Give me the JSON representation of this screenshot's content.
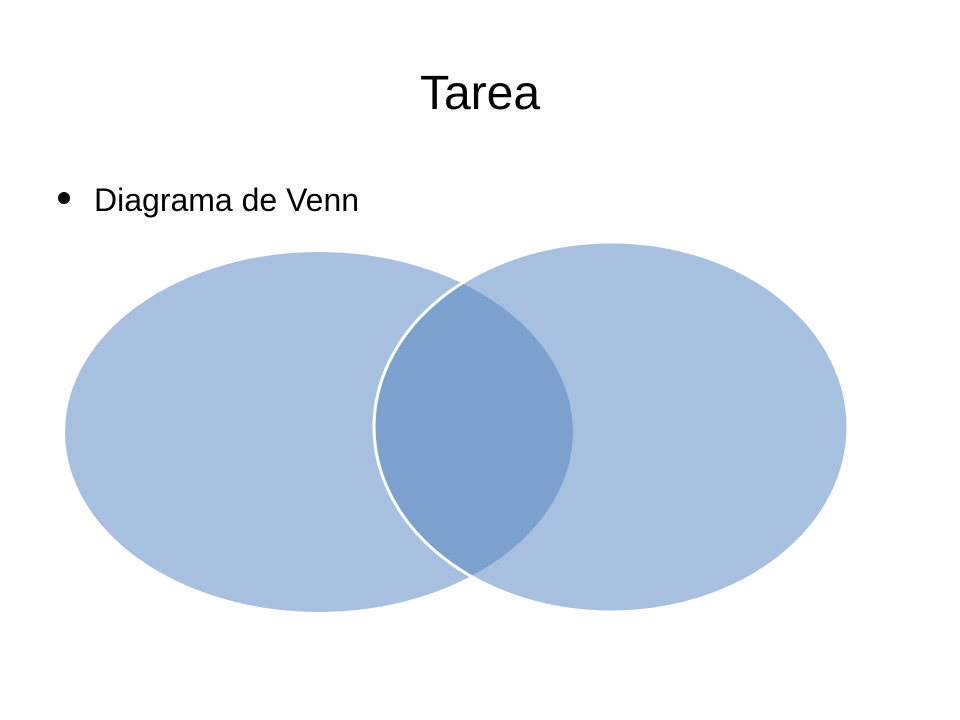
{
  "slide": {
    "title": "Tarea",
    "bullets": [
      {
        "text": "Diagrama de Venn"
      }
    ]
  },
  "venn": {
    "sets": [
      {
        "id": "left"
      },
      {
        "id": "right"
      }
    ],
    "colors": {
      "set_fill": "#a8c0df",
      "overlap_fill": "#7da1cf",
      "outline": "#ffffff"
    }
  }
}
